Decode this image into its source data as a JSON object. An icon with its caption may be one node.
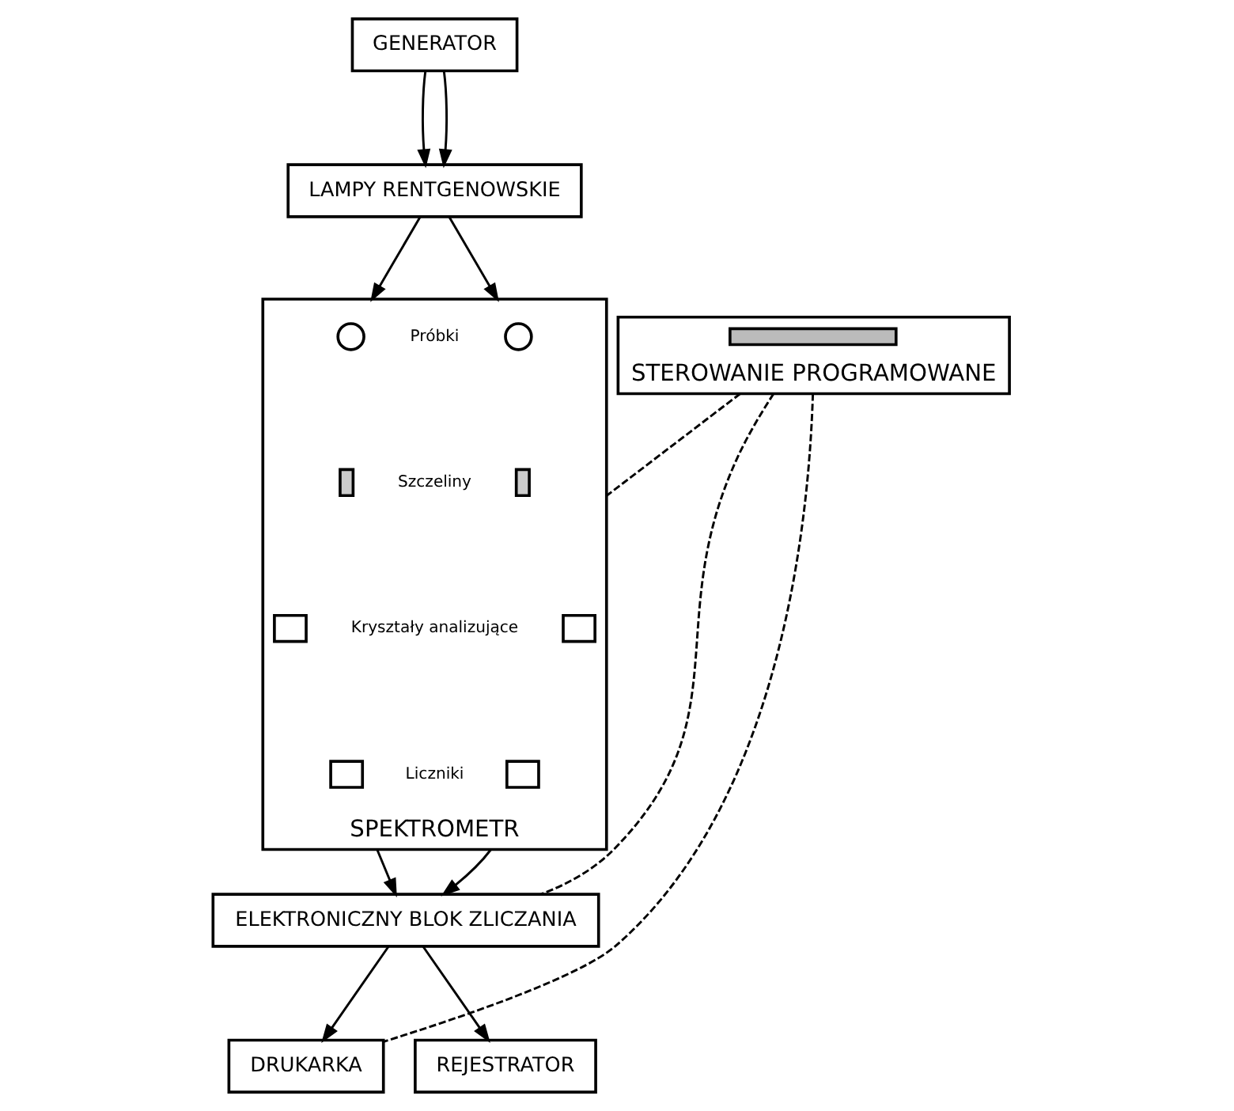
{
  "diagram": {
    "nodes": [
      {
        "text": [
          "GENERATOR"
        ]
      },
      {
        "text": [
          "LAMPY RENTGENOWSKIE"
        ]
      },
      {
        "text": [
          "SPEKTROMETR"
        ]
      },
      {
        "text": [],
        "shape": "circle",
        "in": 2
      },
      {
        "text": [],
        "shape": "circle",
        "in": 2
      },
      {
        "text": [],
        "shape": "bar",
        "in": 2
      },
      {
        "text": [],
        "shape": "bar",
        "in": 2
      },
      {
        "text": [],
        "shape": "box",
        "in": 2
      },
      {
        "text": [],
        "shape": "box",
        "in": 2
      },
      {
        "text": [],
        "shape": "box",
        "in": 2
      },
      {
        "text": [],
        "shape": "box",
        "in": 2
      },
      {
        "text": [
          "STEROWANIE PROGRAMOWANE"
        ]
      },
      {
        "text": [],
        "shape": "bar",
        "in": 11
      },
      {
        "text": [
          "ELEKTRONICZNY BLOK ZLICZANIA"
        ]
      },
      {
        "text": [
          "DRUKARKA"
        ]
      },
      {
        "text": [
          "REJESTRATOR"
        ]
      }
    ],
    "edges": [
      {
        "from": 0,
        "to": 1,
        "arrow": "to"
      },
      {
        "from": 0,
        "to": 1,
        "arrow": "to"
      },
      {
        "from": 1,
        "to": 2,
        "arrow": "to"
      },
      {
        "from": 1,
        "to": 2,
        "arrow": "to"
      },
      {
        "from": 2,
        "to": 13,
        "arrow": "to"
      },
      {
        "from": 2,
        "to": 13,
        "arrow": "to"
      },
      {
        "from": 13,
        "to": 14,
        "arrow": "to"
      },
      {
        "from": 13,
        "to": 15,
        "arrow": "to"
      },
      {
        "from": 11,
        "to": 2,
        "arrow": "none",
        "style": "dashed"
      },
      {
        "from": 11,
        "to": 13,
        "arrow": "none",
        "style": "dashed"
      },
      {
        "from": 11,
        "to": 14,
        "arrow": "none",
        "style": "dashed"
      }
    ],
    "labels": [
      "Próbki",
      "Szczeliny",
      "Kryształy analizujące",
      "Liczniki"
    ]
  }
}
